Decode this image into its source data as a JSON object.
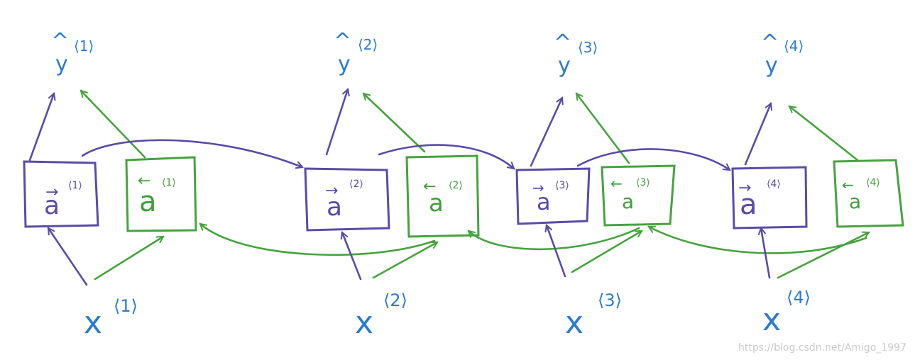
{
  "diagram": {
    "outputs": [
      {
        "base": "y",
        "hat": "^",
        "sup": "⟨1⟩"
      },
      {
        "base": "y",
        "hat": "^",
        "sup": "⟨2⟩"
      },
      {
        "base": "y",
        "hat": "^",
        "sup": "⟨3⟩"
      },
      {
        "base": "y",
        "hat": "^",
        "sup": "⟨4⟩"
      }
    ],
    "forward_units": [
      {
        "label": "a",
        "arrow": "→",
        "sup": "⟨1⟩"
      },
      {
        "label": "a",
        "arrow": "→",
        "sup": "⟨2⟩"
      },
      {
        "label": "a",
        "arrow": "→",
        "sup": "⟨3⟩"
      },
      {
        "label": "a",
        "arrow": "→",
        "sup": "⟨4⟩"
      }
    ],
    "backward_units": [
      {
        "label": "a",
        "arrow": "←",
        "sup": "⟨1⟩"
      },
      {
        "label": "a",
        "arrow": "←",
        "sup": "⟨2⟩"
      },
      {
        "label": "a",
        "arrow": "←",
        "sup": "⟨3⟩"
      },
      {
        "label": "a",
        "arrow": "←",
        "sup": "⟨4⟩"
      }
    ],
    "inputs": [
      {
        "base": "x",
        "sup": "⟨1⟩"
      },
      {
        "base": "x",
        "sup": "⟨2⟩"
      },
      {
        "base": "x",
        "sup": "⟨3⟩"
      },
      {
        "base": "x",
        "sup": "⟨4⟩"
      }
    ],
    "colors": {
      "forward": "#5b4aa8",
      "backward": "#45a33d",
      "labels": "#2a7bd1"
    }
  },
  "watermark": "https://blog.csdn.net/Amigo_1997"
}
